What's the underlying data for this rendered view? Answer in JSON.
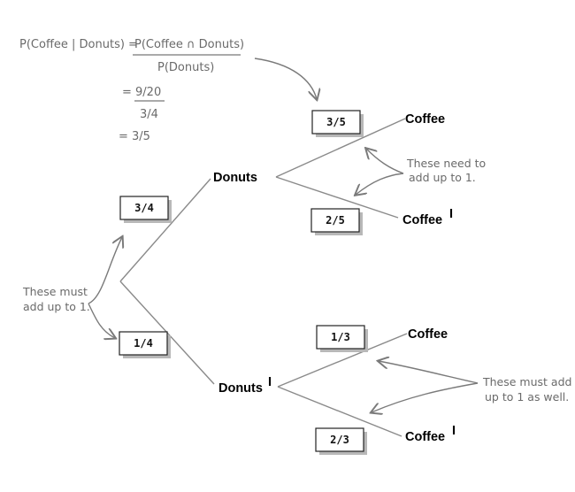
{
  "formula": {
    "line1_left": "P(Coffee | Donuts) = ",
    "line1_num": "P(Coffee ∩ Donuts)",
    "line1_den": "P(Donuts)",
    "line2_num": "= 9/20",
    "line2_den": "3/4",
    "line3": "= 3/5"
  },
  "nodes": {
    "donuts": "Donuts",
    "donuts_not": "Donuts",
    "coffee_top": "Coffee",
    "coffee_not_top": "Coffee",
    "coffee_bottom": "Coffee",
    "coffee_not_bottom": "Coffee",
    "prime_mark": "I"
  },
  "probabilities": {
    "p_donuts": "3/4",
    "p_not_donuts": "1/4",
    "p_coffee_given_donuts": "3/5",
    "p_not_coffee_given_donuts": "2/5",
    "p_coffee_given_not_donuts": "1/3",
    "p_not_coffee_given_not_donuts": "2/3"
  },
  "notes": {
    "top_right_line1": "These need to",
    "top_right_line2": "add up to 1.",
    "left_line1": "These must",
    "left_line2": "add up to 1.",
    "bottom_right_line1": "These must add",
    "bottom_right_line2": "up to 1 as well."
  }
}
